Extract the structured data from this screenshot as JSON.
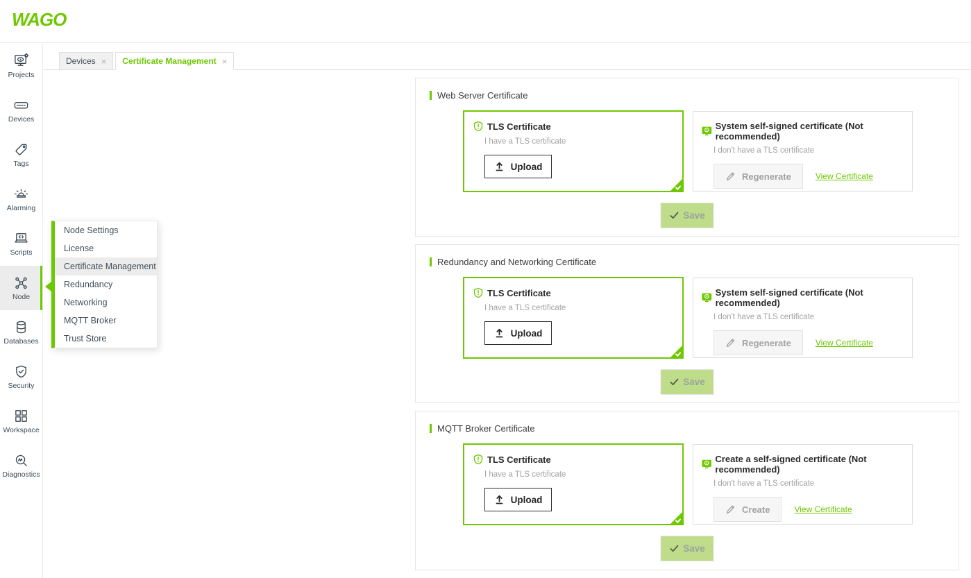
{
  "app": {
    "logo_text": "WAGO"
  },
  "sidebar": {
    "items": [
      {
        "label": "Projects"
      },
      {
        "label": "Devices"
      },
      {
        "label": "Tags"
      },
      {
        "label": "Alarming"
      },
      {
        "label": "Scripts"
      },
      {
        "label": "Node",
        "active": true
      },
      {
        "label": "Databases"
      },
      {
        "label": "Security"
      },
      {
        "label": "Workspace"
      },
      {
        "label": "Diagnostics"
      }
    ]
  },
  "flyout": {
    "items": [
      {
        "label": "Node Settings"
      },
      {
        "label": "License"
      },
      {
        "label": "Certificate Management",
        "selected": true
      },
      {
        "label": "Redundancy"
      },
      {
        "label": "Networking"
      },
      {
        "label": "MQTT Broker"
      },
      {
        "label": "Trust Store"
      }
    ]
  },
  "tabs": [
    {
      "label": "Devices",
      "close": "×"
    },
    {
      "label": "Certificate Management",
      "close": "×",
      "active": true
    }
  ],
  "cards": [
    {
      "title": "Web Server Certificate",
      "tls": {
        "title": "TLS Certificate",
        "subtitle": "I have a TLS certificate",
        "button_label": "Upload"
      },
      "alt": {
        "title": "System self-signed certificate (Not recommended)",
        "subtitle": "I don't have a TLS certificate",
        "button_label": "Regenerate",
        "link_label": "View Certificate"
      },
      "save_label": "Save"
    },
    {
      "title": "Redundancy and Networking Certificate",
      "tls": {
        "title": "TLS Certificate",
        "subtitle": "I have a TLS certificate",
        "button_label": "Upload"
      },
      "alt": {
        "title": "System self-signed certificate (Not recommended)",
        "subtitle": "I don't have a TLS certificate",
        "button_label": "Regenerate",
        "link_label": "View Certificate"
      },
      "save_label": "Save"
    },
    {
      "title": "MQTT Broker Certificate",
      "tls": {
        "title": "TLS Certificate",
        "subtitle": "I have a TLS certificate",
        "button_label": "Upload"
      },
      "alt": {
        "title": "Create a self-signed certificate (Not recommended)",
        "subtitle": "I don't have a TLS certificate",
        "button_label": "Create",
        "link_label": "View Certificate"
      },
      "save_label": "Save"
    }
  ],
  "colors": {
    "accent_green": "#6ec800",
    "save_disabled_bg": "#bedc8a",
    "active_item_bg": "#ececec",
    "muted_text": "#a3a3a3"
  }
}
